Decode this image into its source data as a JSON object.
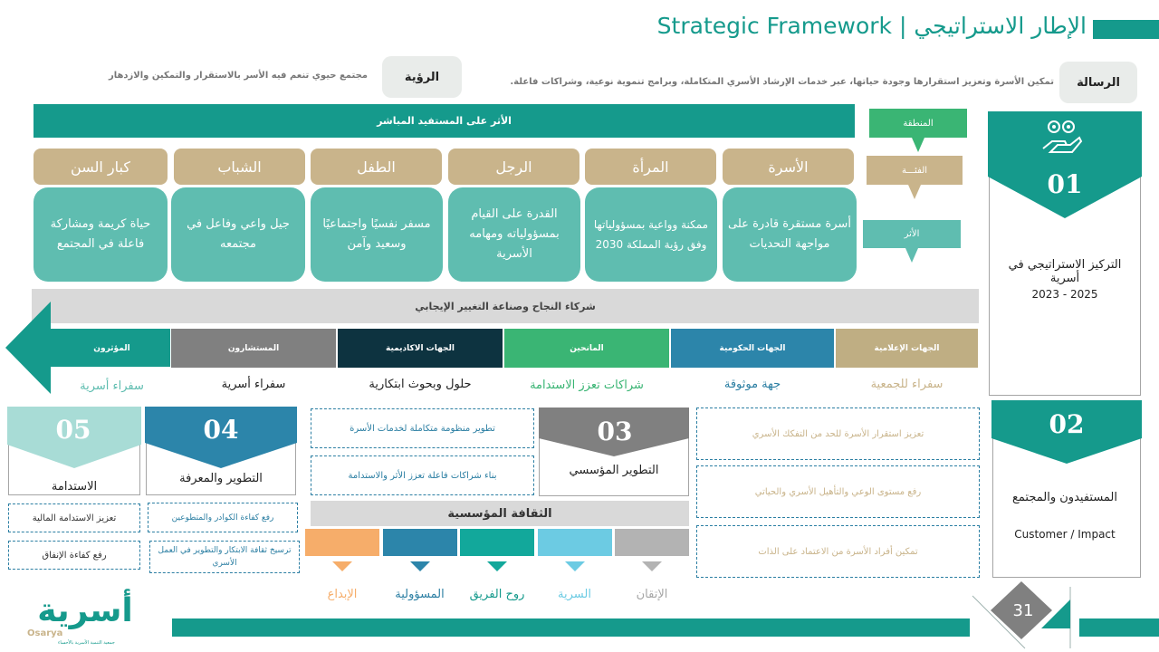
{
  "header": {
    "title": "الإطار الاستراتيجي | Strategic Framework"
  },
  "message": {
    "label": "الرسالة",
    "text": "تمكين الأسرة وتعزيز استقرارها وجودة حياتها، عبر خدمات الإرشاد الأسري المتكاملة، وبرامج تنموية نوعية، وشراكات فاعلة."
  },
  "vision": {
    "label": "الرؤية",
    "text": "مجتمع حيوي تنعم فيه الأسر بالاستقرار والتمكين والازدهار"
  },
  "impact": {
    "bar_label": "الأثر على المستفيد المباشر",
    "tags": {
      "region": "المنطقة",
      "category": "الفئـــة",
      "effect": "الأثر"
    },
    "groups": [
      {
        "name": "الأسرة",
        "desc": "أسرة مستقرة قادرة على مواجهة التحديات"
      },
      {
        "name": "المرأة",
        "desc": "ممكنة وواعية بمسؤولياتها وفق رؤية المملكة 2030"
      },
      {
        "name": "الرجل",
        "desc": "القدرة على القيام بمسؤولياته ومهامه الأسرية"
      },
      {
        "name": "الطفل",
        "desc": "مسفر نفسيًا واجتماعيًا وسعيد وآمن"
      },
      {
        "name": "الشباب",
        "desc": "جيل واعي وفاعل في مجتمعه"
      },
      {
        "name": "كبار السن",
        "desc": "حياة كريمة ومشاركة فاعلة في المجتمع"
      }
    ]
  },
  "partners": {
    "bar_label": "شركاء النجاح وصناعة التغيير الإيجابي",
    "items": [
      {
        "name": "الجهات الإعلامية",
        "sub": "سفراء للجمعية",
        "color": "#bfae83",
        "sub_color": "#c9b48b"
      },
      {
        "name": "الجهات الحكومية",
        "sub": "جهة موثوقة",
        "color": "#2c85aa",
        "sub_color": "#2c7fa3"
      },
      {
        "name": "المانحين",
        "sub": "شراكات تعزز الاستدامة",
        "color": "#3ab574",
        "sub_color": "#3ab574"
      },
      {
        "name": "الجهات الاكاديمية",
        "sub": "حلول وبحوث ابتكارية",
        "color": "#0d3340",
        "sub_color": "#222222"
      },
      {
        "name": "المستشارون",
        "sub": "سفراء أسرية",
        "color": "#808080",
        "sub_color": "#222222"
      },
      {
        "name": "المؤثرون",
        "sub": "سفراء أسرية",
        "color": "#159a8c",
        "sub_color": "#5fbdb0"
      }
    ]
  },
  "focus": {
    "number": "01",
    "title": "التركيز الاستراتيجي في أسرية",
    "period": "2023 - 2025"
  },
  "pillar02": {
    "number": "02",
    "title": "المستفيدون والمجتمع",
    "subtitle": "Customer / Impact",
    "items": [
      "تعزيز استقرار الأسرة للحد من التفكك الأسري",
      "رفع مستوى الوعي والتأهيل الأسري والحياتي",
      "تمكين أفراد الأسرة من الاعتماد على الذات"
    ]
  },
  "pillar03": {
    "number": "03",
    "title": "التطوير المؤسسي",
    "items": [
      "تطوير منظومة متكاملة لخدمات الأسرة",
      "بناء شراكات فاعلة تعزز الأثر والاستدامة"
    ]
  },
  "pillar04": {
    "number": "04",
    "title": "التطوير والمعرفة",
    "items": [
      "رفع كفاءة الكوادر والمتطوعين",
      "ترسيخ ثقافة الابتكار والتطوير في العمل الأسري"
    ]
  },
  "pillar05": {
    "number": "05",
    "title": "الاستدامة",
    "items": [
      "تعزيز الاستدامة المالية",
      "رفع كفاءة الإنفاق"
    ]
  },
  "culture": {
    "label": "الثقافة المؤسسية",
    "values": [
      {
        "name": "الإتقان",
        "color": "#b3b3b3",
        "text_color": "#a6a6a6"
      },
      {
        "name": "السرية",
        "color": "#6ccbe3",
        "text_color": "#6ccbe3"
      },
      {
        "name": "روح الفريق",
        "color": "#12a89b",
        "text_color": "#159a8c"
      },
      {
        "name": "المسؤولية",
        "color": "#2c85aa",
        "text_color": "#2c7fa3"
      },
      {
        "name": "الإبداع",
        "color": "#f6ad6a",
        "text_color": "#f6ad6a"
      }
    ]
  },
  "footer": {
    "logo_text": "أسرية",
    "logo_latin": "Osarya",
    "logo_tagline": "جمعية التنمية الأسرية بالأحساء",
    "page_number": "31"
  },
  "colors": {
    "teal": "#159a8c",
    "light_teal": "#5fbdb0",
    "gold": "#c9b48b",
    "blue": "#2c85aa",
    "green": "#3ab574"
  }
}
